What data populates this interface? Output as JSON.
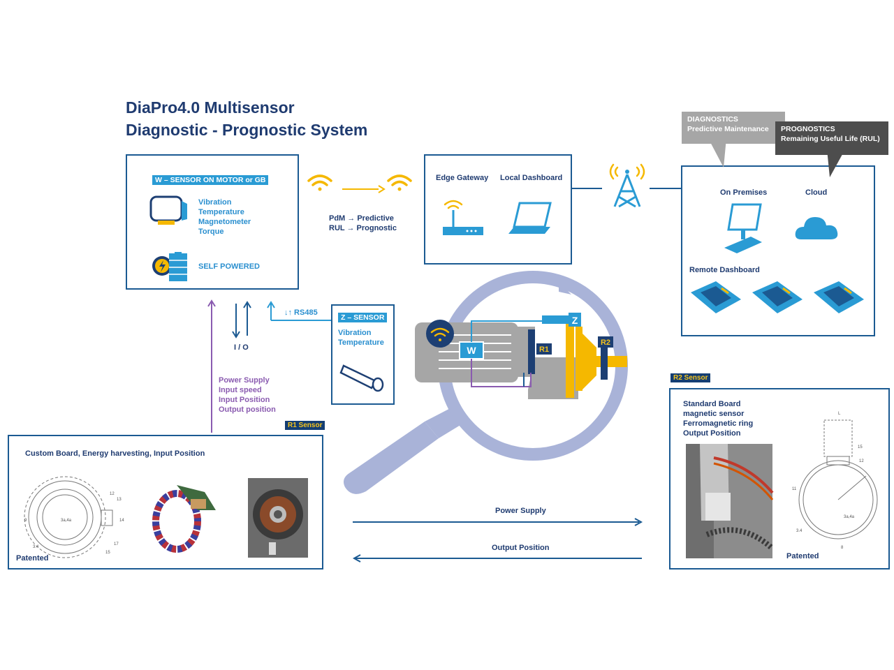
{
  "title": {
    "line1": "DiaPro4.0 Multisensor",
    "line2": "Diagnostic - Prognostic System"
  },
  "w_sensor": {
    "tag": "W – SENSOR ON MOTOR or GB",
    "features": [
      "Vibration",
      "Temperature",
      "Magnetometer",
      "Torque"
    ],
    "self_powered": "SELF POWERED"
  },
  "link": {
    "pdm": "PdM → Predictive",
    "rul": "RUL → Prognostic"
  },
  "edge": {
    "gateway": "Edge Gateway",
    "dashboard": "Local Dashboard"
  },
  "remote": {
    "on_premises": "On Premises",
    "cloud": "Cloud",
    "dashboard": "Remote Dashboard",
    "diag_title": "DIAGNOSTICS",
    "diag_sub": "Predictive Maintenance",
    "prog_title": "PROGNOSTICS",
    "prog_sub": "Remaining Useful Life (RUL)"
  },
  "io": {
    "label": "I / O",
    "rs485": "↓↑ RS485"
  },
  "power_list": [
    "Power Supply",
    "Input speed",
    "Input Position",
    "Output position"
  ],
  "z_sensor": {
    "tag": "Z – SENSOR",
    "features": [
      "Vibration",
      "Temperature"
    ]
  },
  "machine": {
    "w": "W",
    "z": "Z",
    "r1": "R1",
    "r2": "R2"
  },
  "r1": {
    "tag": "R1 Sensor",
    "heading": "Custom Board, Energy harvesting, Input Position",
    "patented": "Patented",
    "drawing_labels": [
      "12",
      "13",
      "14",
      "17",
      "15",
      "9",
      "3.4",
      "3a,4a"
    ]
  },
  "r2": {
    "tag": "R2 Sensor",
    "lines": [
      "Standard Board",
      "magnetic sensor",
      "Ferromagnetic ring",
      "Output Position"
    ],
    "patented": "Patented",
    "drawing_labels": [
      "12",
      "15",
      "11",
      "3a,4a",
      "3.4",
      "8",
      "L"
    ]
  },
  "flows": {
    "power": "Power Supply",
    "output": "Output Position"
  },
  "colors": {
    "navy": "#1b5a92",
    "accent_blue": "#2a9bd4",
    "yellow": "#f5b800",
    "purple": "#8a5bb0",
    "grey": "#a6a6a6",
    "dark_grey": "#4d4d4d"
  }
}
